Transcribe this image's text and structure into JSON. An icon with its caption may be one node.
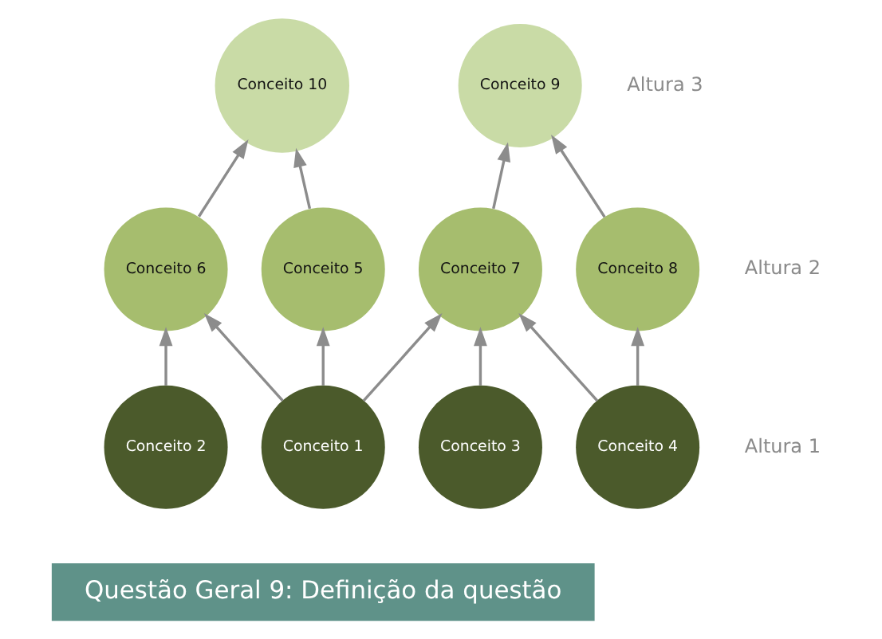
{
  "diagram": {
    "nodes": [
      {
        "text": [
          "Conceito 10"
        ]
      },
      {
        "text": [
          "Conceito 9"
        ]
      },
      {
        "text": [
          "Conceito 5"
        ]
      },
      {
        "text": [
          "Conceito 6"
        ]
      },
      {
        "text": [
          "Conceito 7"
        ]
      },
      {
        "text": [
          "Conceito 8"
        ]
      },
      {
        "text": [
          "Conceito 1"
        ]
      },
      {
        "text": [
          "Conceito 2"
        ]
      },
      {
        "text": [
          "Conceito 3"
        ]
      },
      {
        "text": [
          "Conceito 4"
        ]
      },
      {
        "text": [
          "Questão Geral 9: Definição da questão"
        ]
      }
    ],
    "edges": [
      {
        "from": 6,
        "to": 2,
        "arrow": "to"
      },
      {
        "from": 6,
        "to": 3,
        "arrow": "to"
      },
      {
        "from": 6,
        "to": 4,
        "arrow": "to"
      },
      {
        "from": 7,
        "to": 3,
        "arrow": "to"
      },
      {
        "from": 8,
        "to": 4,
        "arrow": "to"
      },
      {
        "from": 9,
        "to": 4,
        "arrow": "to"
      },
      {
        "from": 9,
        "to": 5,
        "arrow": "to"
      },
      {
        "from": 2,
        "to": 0,
        "arrow": "to"
      },
      {
        "from": 3,
        "to": 0,
        "arrow": "to"
      },
      {
        "from": 4,
        "to": 1,
        "arrow": "to"
      },
      {
        "from": 5,
        "to": 1,
        "arrow": "to"
      }
    ],
    "labels": [
      "Altura 3",
      "Altura 2",
      "Altura 1"
    ]
  }
}
